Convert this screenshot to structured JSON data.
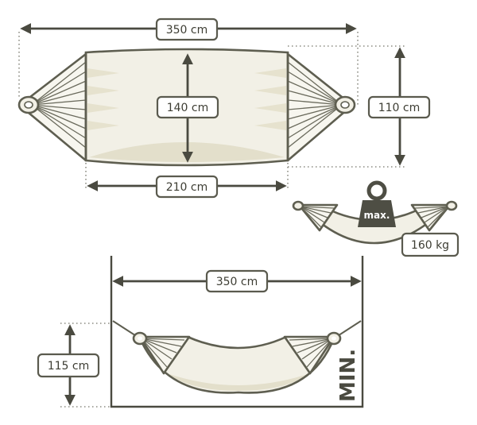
{
  "labels": {
    "total_length": "350 cm",
    "body_width": "140 cm",
    "end_width": "110 cm",
    "body_length": "210 cm",
    "max_label": "max.",
    "max_load": "160 kg",
    "min_span": "350 cm",
    "min_height": "115 cm",
    "min_label": "MIN."
  },
  "colors": {
    "outline": "#5e5e50",
    "cloth": "#f2f0e6",
    "shade": "#e3dfcb",
    "weight": "#4e4e44",
    "dimension_line": "#4a4a40"
  }
}
